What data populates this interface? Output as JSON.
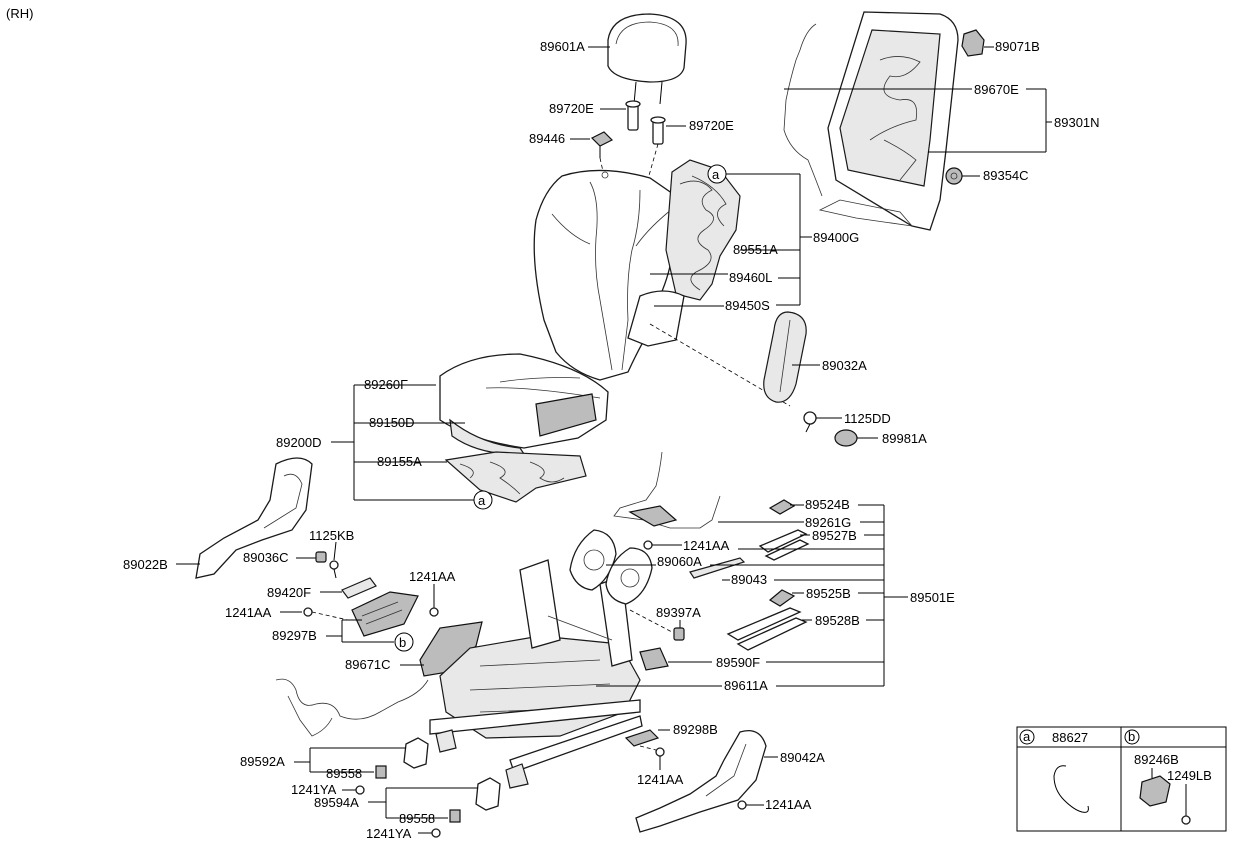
{
  "header": {
    "side": "(RH)"
  },
  "labels": {
    "p89601A": "89601A",
    "p89720E_a": "89720E",
    "p89720E_b": "89720E",
    "p89446": "89446",
    "p89071B": "89071B",
    "p89670E": "89670E",
    "p89301N": "89301N",
    "p89354C": "89354C",
    "p89551A": "89551A",
    "p89400G": "89400G",
    "p89460L": "89460L",
    "p89450S": "89450S",
    "p89032A": "89032A",
    "p89260F": "89260F",
    "p89150D": "89150D",
    "p89200D": "89200D",
    "p89155A": "89155A",
    "p1125DD": "1125DD",
    "p89981A": "89981A",
    "p1125KB": "1125KB",
    "p89036C": "89036C",
    "p89022B": "89022B",
    "p89420F": "89420F",
    "p1241AA_a": "1241AA",
    "p1241AA_b": "1241AA",
    "p89297B": "89297B",
    "p89671C": "89671C",
    "p89524B": "89524B",
    "p89261G": "89261G",
    "p1241AA_c": "1241AA",
    "p89527B": "89527B",
    "p89060A": "89060A",
    "p89043": "89043",
    "p89525B": "89525B",
    "p89501E": "89501E",
    "p89397A": "89397A",
    "p89528B": "89528B",
    "p89590F": "89590F",
    "p89611A": "89611A",
    "p89298B": "89298B",
    "p89042A": "89042A",
    "p89592A": "89592A",
    "p89558_a": "89558",
    "p1241YA_a": "1241YA",
    "p89594A": "89594A",
    "p89558_b": "89558",
    "p1241YA_b": "1241YA",
    "p1241AA_d": "1241AA",
    "p1241AA_e": "1241AA"
  },
  "callouts": {
    "a": "a",
    "b": "b"
  },
  "legend": {
    "a_letter": "a",
    "a_part": "88627",
    "b_letter": "b",
    "b_part1": "89246B",
    "b_part2": "1249LB"
  }
}
